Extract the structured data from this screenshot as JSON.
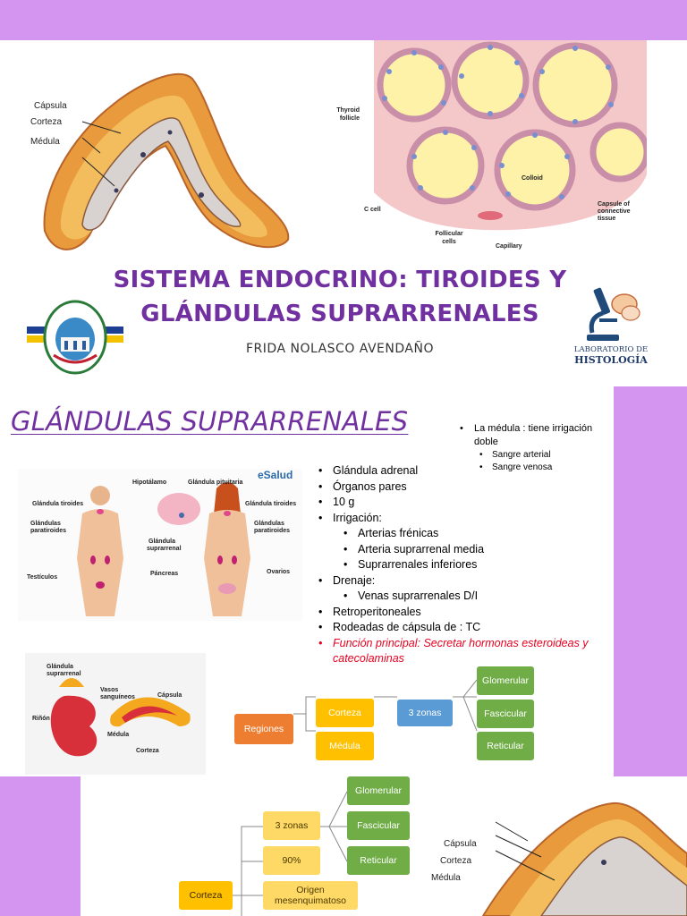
{
  "slide1": {
    "title_line1": "SISTEMA ENDOCRINO: TIROIDES Y",
    "title_line2": "GLÁNDULAS SUPRARRENALES",
    "author": "FRIDA NOLASCO AVENDAÑO",
    "adrenal_labels": {
      "capsula": "Cápsula",
      "corteza": "Corteza",
      "medula": "Médula"
    },
    "thyroid_labels": {
      "follicle": "Thyroid follicle",
      "colloid": "Colloid",
      "c_cell": "C cell",
      "follicular_cells": "Follicular cells",
      "capillary": "Capillary",
      "capsule": "Capsule of connective tissue"
    },
    "lab_logo": {
      "line1": "LABORATORIO DE",
      "line2": "HISTOLOGÍA"
    }
  },
  "slide2": {
    "title": "GLÁNDULAS SUPRARRENALES",
    "top_right_bullets": [
      {
        "text": "La médula : tiene irrigación doble",
        "level": 1
      },
      {
        "text": "Sangre arterial",
        "level": 2
      },
      {
        "text": "Sangre venosa",
        "level": 2
      }
    ],
    "bullets": [
      {
        "text": "Glándula adrenal",
        "level": 1
      },
      {
        "text": "Órganos pares",
        "level": 1
      },
      {
        "text": "10 g",
        "level": 1
      },
      {
        "text": "Irrigación:",
        "level": 1
      },
      {
        "text": "Arterias frénicas",
        "level": 2
      },
      {
        "text": "Arteria suprarrenal media",
        "level": 2
      },
      {
        "text": "Suprarrenales inferiores",
        "level": 2
      },
      {
        "text": "Drenaje:",
        "level": 1
      },
      {
        "text": "Venas suprarrenales D/I",
        "level": 2
      },
      {
        "text": "Retroperitoneales",
        "level": 1
      },
      {
        "text": "Rodeadas de cápsula de : TC",
        "level": 1
      },
      {
        "text": "Función principal: Secretar hormonas esteroideas y catecolaminas",
        "level": 1,
        "highlight": true
      }
    ],
    "body_diagram": {
      "brand": "eSalud",
      "labels": {
        "hipotalamo": "Hipotálamo",
        "pituitaria": "Glándula pituitaria",
        "tiroides_l": "Glándula tiroides",
        "tiroides_r": "Glándula tiroides",
        "paratiroides_l": "Glándulas paratiroides",
        "paratiroides_r": "Glándulas paratiroides",
        "suprarrenal": "Glándula suprarrenal",
        "pancreas": "Páncreas",
        "testiculos": "Testículos",
        "ovarios": "Ovarios"
      }
    },
    "kidney_diagram": {
      "labels": {
        "glandula": "Glándula suprarrenal",
        "rinon": "Riñón",
        "vasos": "Vasos sanguíneos",
        "capsula": "Cápsula",
        "medula": "Médula",
        "corteza": "Corteza"
      }
    },
    "flow": {
      "root": "Regiones",
      "corteza": "Corteza",
      "medula": "Médula",
      "zonas": "3 zonas",
      "glomerular": "Glomerular",
      "fascicular": "Fascicular",
      "reticular": "Reticular"
    }
  },
  "slide3": {
    "flow": {
      "corteza": "Corteza",
      "zonas": "3 zonas",
      "porcentaje": "90%",
      "origen": "Origen mesenquimatoso",
      "glomerular": "Glomerular",
      "fascicular": "Fascicular",
      "reticular": "Reticular"
    },
    "adrenal_labels": {
      "capsula": "Cápsula",
      "corteza": "Corteza",
      "medula": "Médula"
    }
  }
}
